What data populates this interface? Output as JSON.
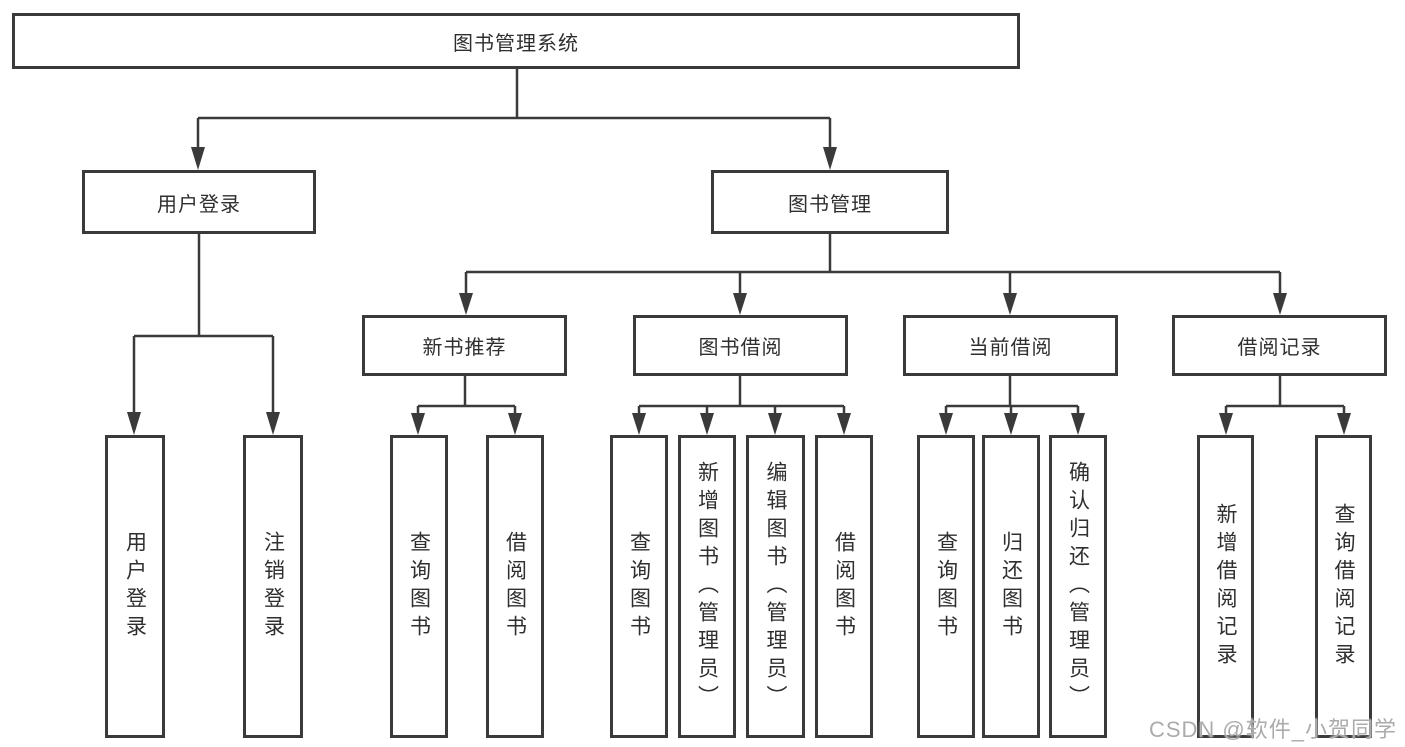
{
  "tree": {
    "label": "图书管理系统",
    "children": [
      {
        "label": "用户登录",
        "children": [
          {
            "label": "用户登录"
          },
          {
            "label": "注销登录"
          }
        ]
      },
      {
        "label": "图书管理",
        "children": [
          {
            "label": "新书推荐",
            "children": [
              {
                "label": "查询图书"
              },
              {
                "label": "借阅图书"
              }
            ]
          },
          {
            "label": "图书借阅",
            "children": [
              {
                "label": "查询图书"
              },
              {
                "label": "新增图书（管理员）"
              },
              {
                "label": "编辑图书（管理员）"
              },
              {
                "label": "借阅图书"
              }
            ]
          },
          {
            "label": "当前借阅",
            "children": [
              {
                "label": "查询图书"
              },
              {
                "label": "归还图书"
              },
              {
                "label": "确认归还（管理员）"
              }
            ]
          },
          {
            "label": "借阅记录",
            "children": [
              {
                "label": "新增借阅记录"
              },
              {
                "label": "查询借阅记录"
              }
            ]
          }
        ]
      }
    ]
  },
  "watermark": "CSDN @软件_小贺同学",
  "colors": {
    "line": "#3a3a3a",
    "box_border": "#3a3a3a",
    "text": "#2f2f2f",
    "watermark": "#ababab",
    "background": "#ffffff"
  }
}
